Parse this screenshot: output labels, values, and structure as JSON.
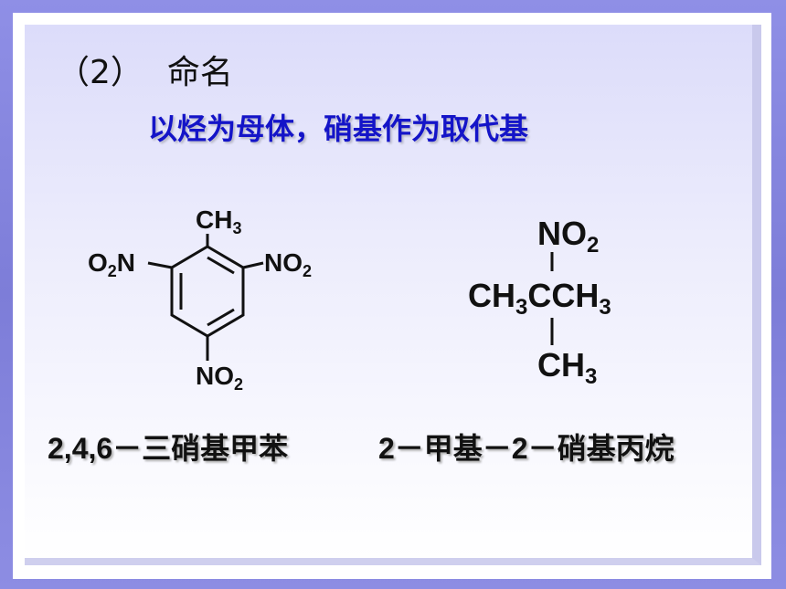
{
  "heading": {
    "number": "（2）",
    "title": "命名"
  },
  "subtitle": "以烃为母体，硝基作为取代基",
  "molecule1": {
    "substituents": {
      "top": {
        "main": "CH",
        "sub": "3"
      },
      "left": {
        "pre": "O",
        "pre_sub": "2",
        "main": "N"
      },
      "right": {
        "main": "NO",
        "sub": "2"
      },
      "bottom": {
        "main": "NO",
        "sub": "2"
      }
    },
    "name": "2,4,6－三硝基甲苯"
  },
  "molecule2": {
    "top": {
      "main": "NO",
      "sub": "2"
    },
    "middle_left": {
      "main": "CH",
      "sub": "3"
    },
    "middle_right": {
      "main": "CCH",
      "sub": "3"
    },
    "bottom": {
      "main": "CH",
      "sub": "3"
    },
    "name": "2－甲基－2－硝基丙烷"
  },
  "colors": {
    "border": "#8080d8",
    "subtitle": "#1414c8",
    "text": "#111111"
  }
}
